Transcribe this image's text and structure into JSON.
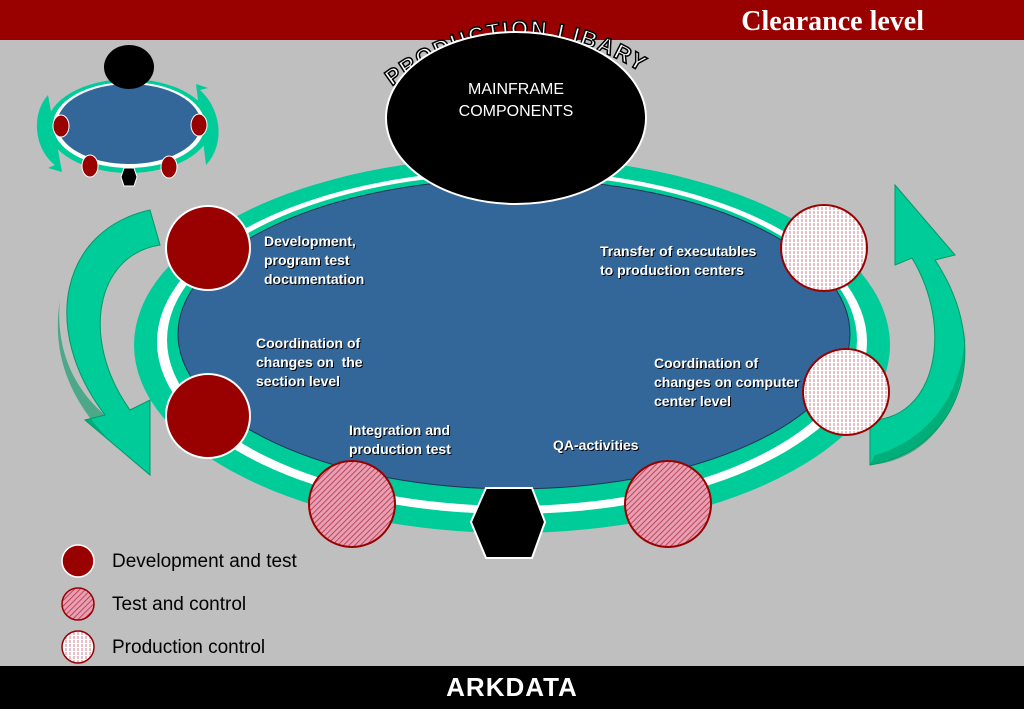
{
  "title": "Clearance level",
  "arc_title": "PRODUCTION LIBARY",
  "center_label": {
    "line1": "MAINFRAME",
    "line2": "COMPONENTS"
  },
  "labels": {
    "development": "Development,\nprogram test\ndocumentation",
    "coordination_section": "Coordination of\nchanges on  the\nsection level",
    "integration": "Integration and\nproduction test",
    "qa": "QA-activities",
    "transfer": "Transfer of executables\nto production centers",
    "coordination_center": "Coordination of\nchanges on computer\ncenter level"
  },
  "legend": [
    {
      "label": "Development and test",
      "pattern": "solid-red"
    },
    {
      "label": "Test and control",
      "pattern": "pink-hatch"
    },
    {
      "label": "Production control",
      "pattern": "white-stripes"
    }
  ],
  "brand": "ARKDATA",
  "colors": {
    "header": "#990000",
    "ellipse": "#336699",
    "ring": "#00cc99",
    "dark_red": "#990000",
    "background": "#bfbfbf"
  }
}
